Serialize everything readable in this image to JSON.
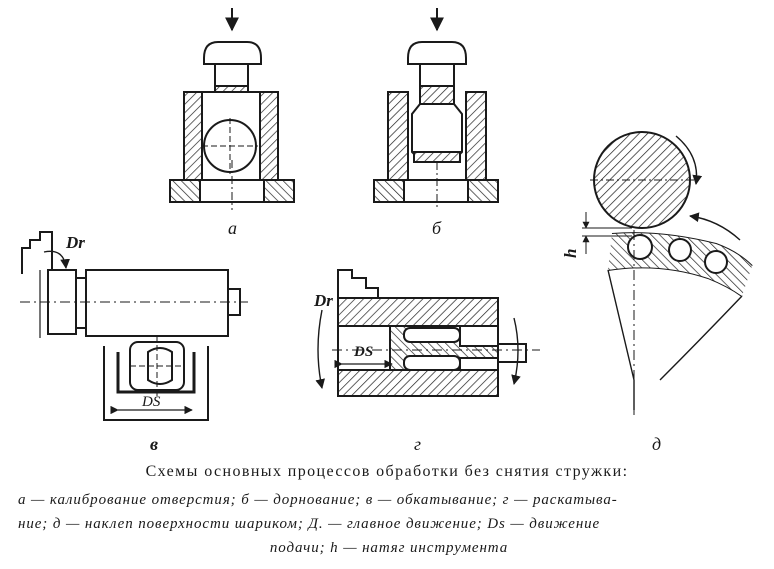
{
  "labels": {
    "a": "а",
    "b": "б",
    "v": "в",
    "g": "г",
    "d": "д",
    "dr_v": "Dr",
    "ds_v": "DS",
    "dr_g": "Dr",
    "ds_g": "DS",
    "h": "h"
  },
  "caption": {
    "title": "Схемы основных процессов обработки без снятия стружки:",
    "line1": "а — калибрование отверстия; б — дорнование; в — обкатывание; г — раскатыва-",
    "line2": "ние; д — наклеп поверхности шариком; Д. — главное движение; Ds — движение",
    "line3": "подачи; h — натяг инструмента"
  }
}
